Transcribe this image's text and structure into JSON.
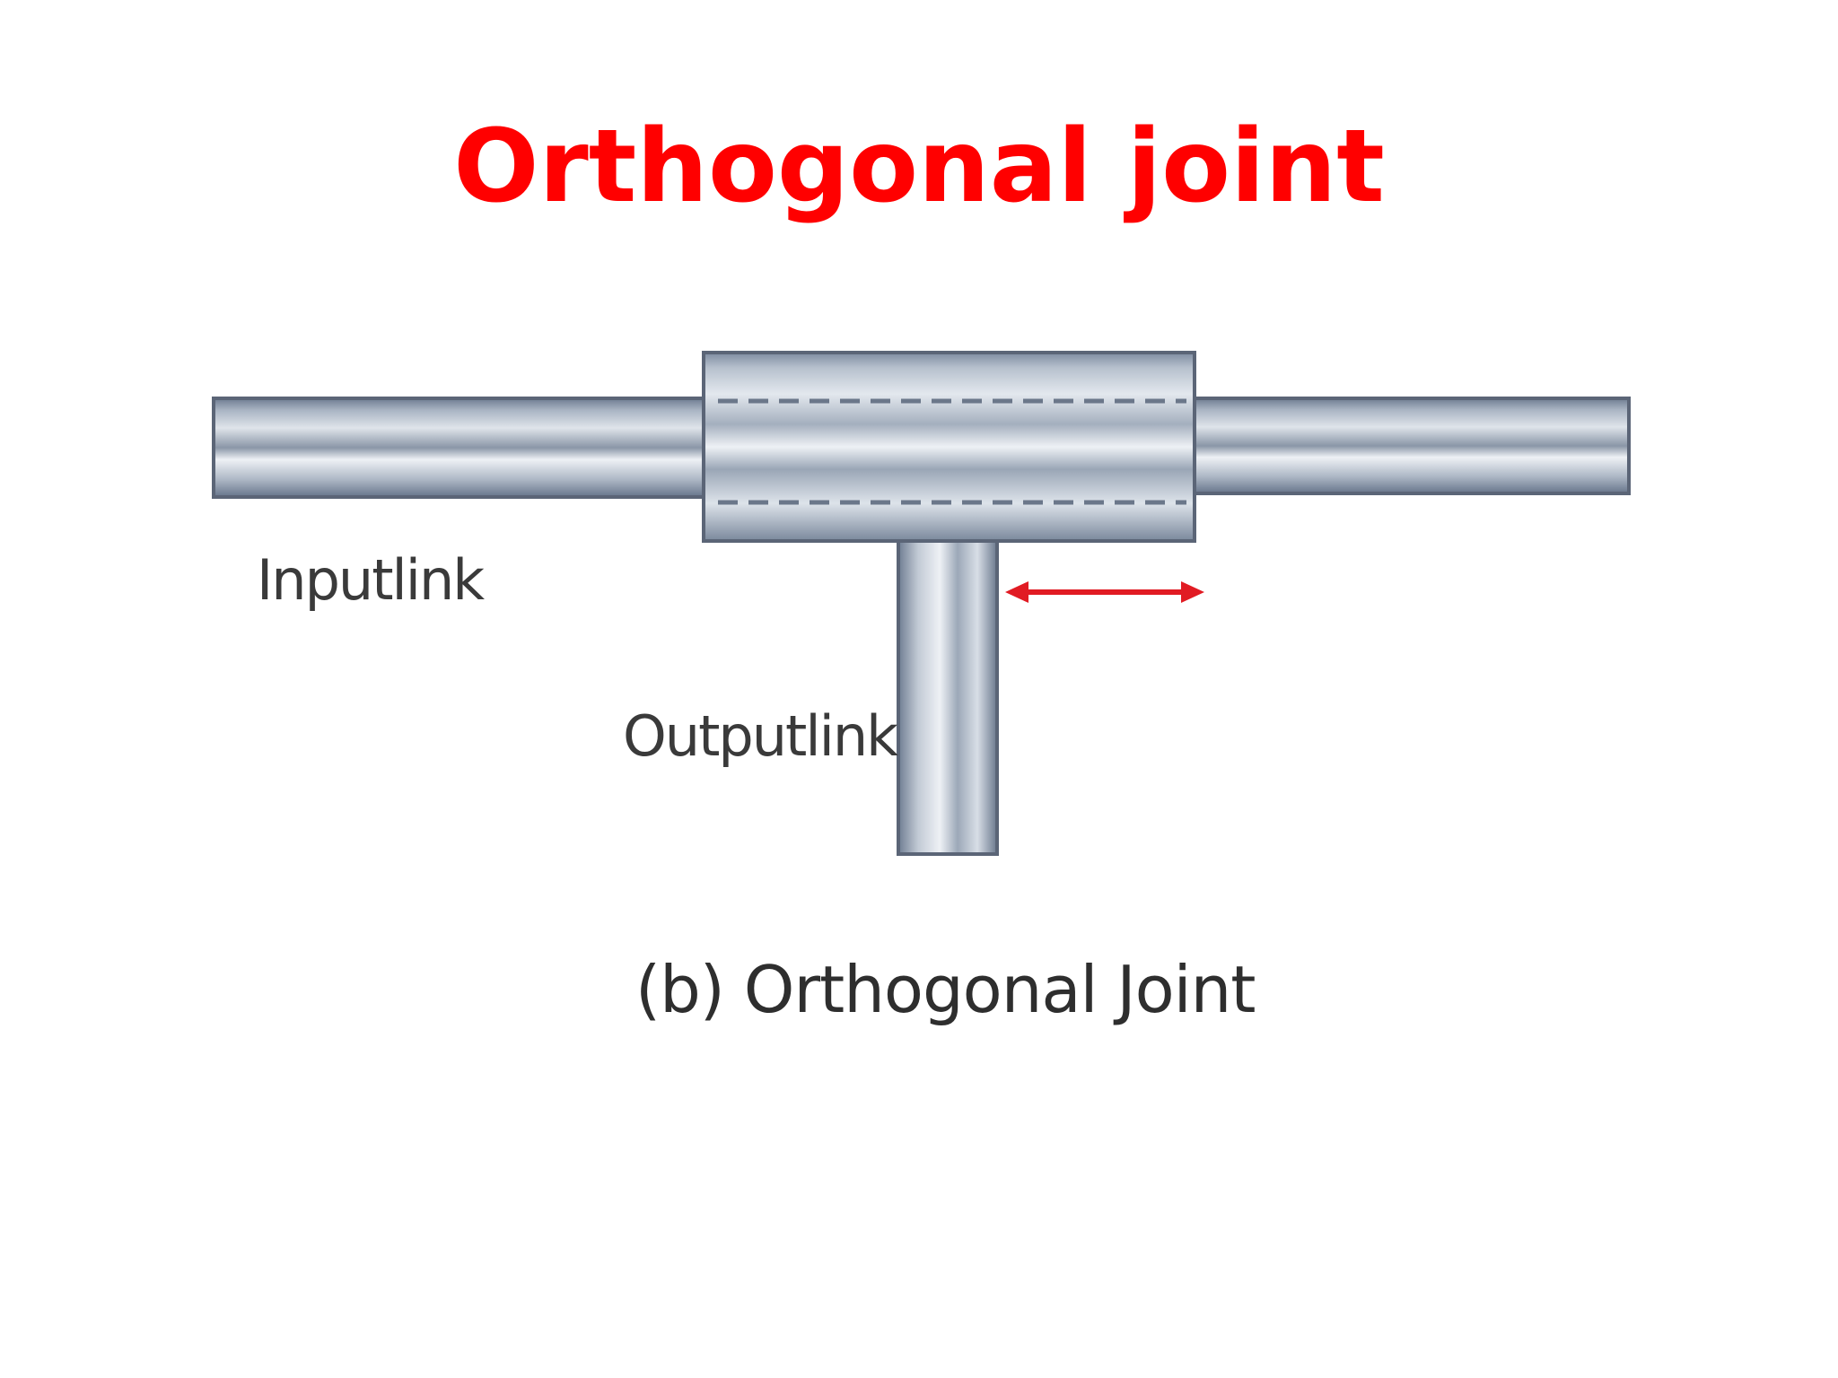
{
  "slide": {
    "title": "Orthogonal joint",
    "title_color": "#ff0000"
  },
  "diagram": {
    "labels": {
      "input_link": "Inputlink",
      "output_link": "Outputlink",
      "caption": "(b) Orthogonal Joint"
    },
    "colors": {
      "metal_dark": "#5f6f86",
      "metal_light": "#e9edf2",
      "outline": "#5b6577",
      "arrow": "#e11b23"
    },
    "motion_arrow": "double-headed"
  }
}
